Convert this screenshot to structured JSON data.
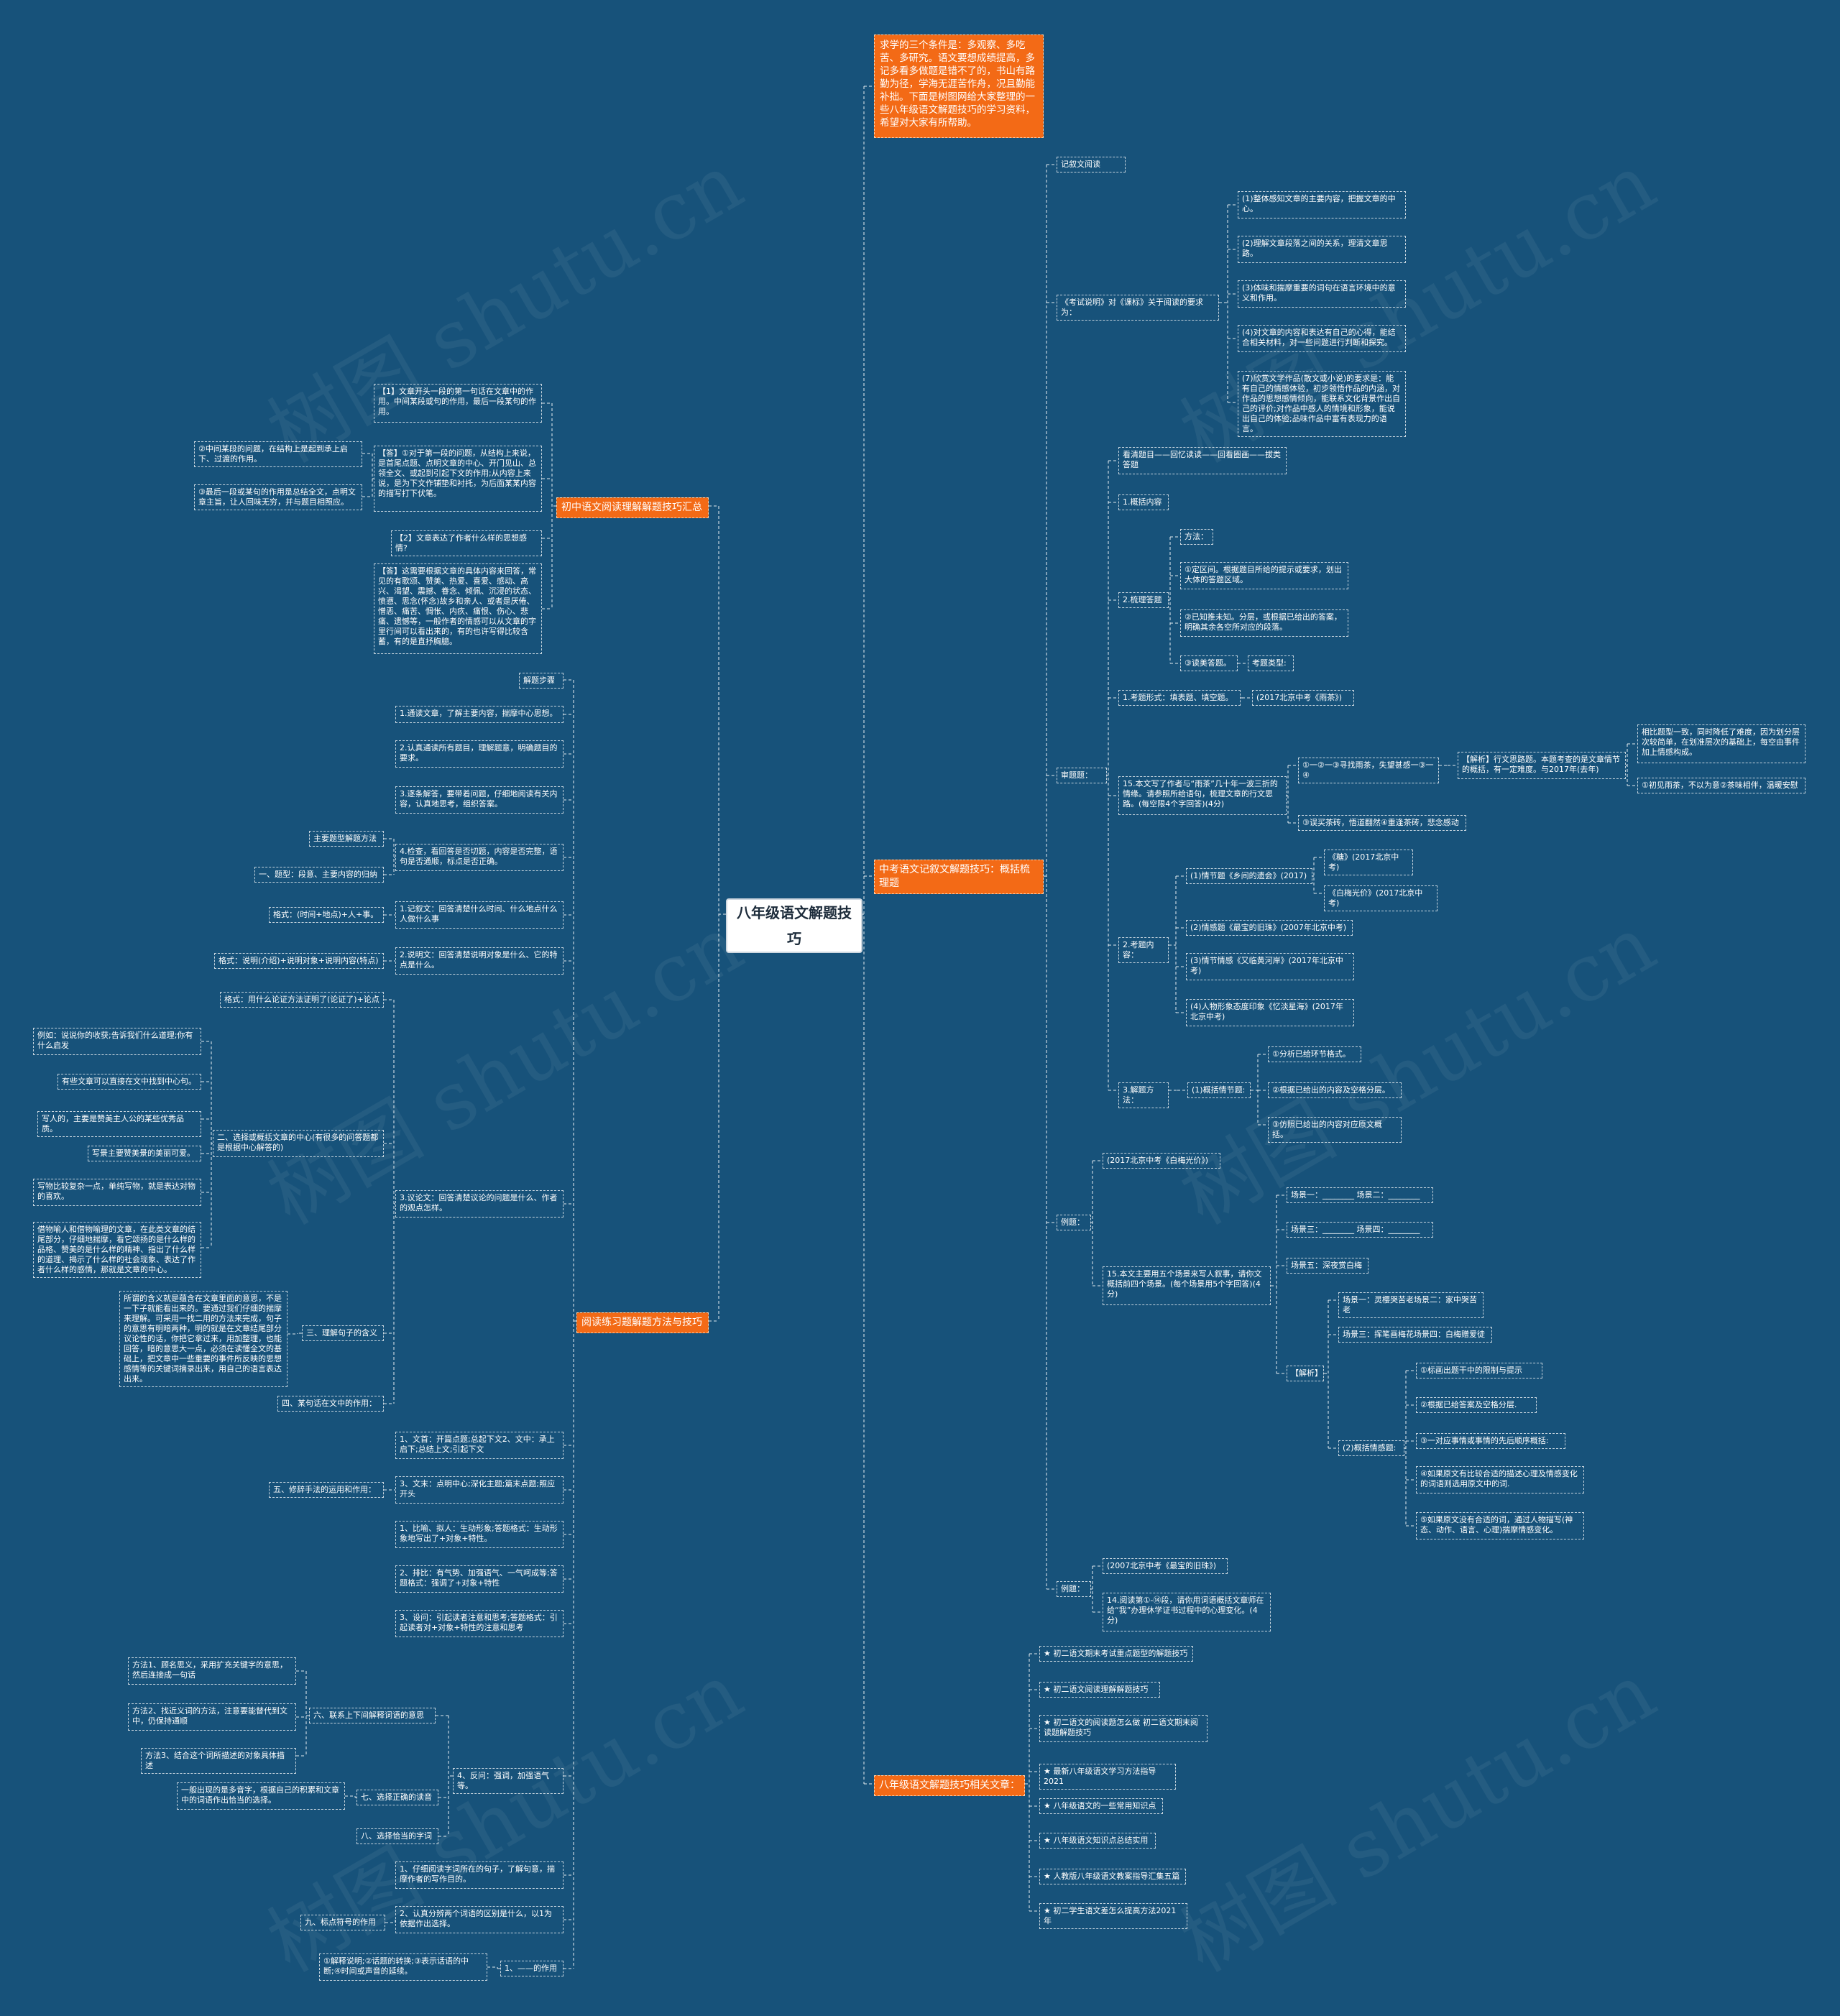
{
  "root": "八年级语文解题技巧",
  "intro": "求学的三个条件是：多观察、多吃苦、多研究。语文要想成绩提高，多记多看多做题是错不了的，书山有路勤为径，学海无涯苦作舟，况且勤能补拙。下面是树图网给大家整理的一些八年级语文解题技巧的学习资料，希望对大家有所帮助。",
  "branches": {
    "b1": "初中语文阅读理解解题技巧汇总",
    "b2": "阅读练习题解题方法与技巧",
    "b3": "中考语文记叙文解题技巧：概括梳理题",
    "b4": "八年级语文解题技巧相关文章："
  },
  "b1": {
    "q1": "【1】文章开头一段的第一句话在文章中的作用。中间某段或句的作用，最后一段某句的作用。",
    "a1": "【答】①对于第一段的问题，从结构上来说，是首尾点题、点明文章的中心、开门见山、总领全文、或起到引起下文的作用;从内容上来说，是为下文作铺垫和衬托，为后面某某内容的描写打下伏笔。",
    "a1a": "②中间某段的问题，在结构上是起到承上启下、过渡的作用。",
    "a1b": "③最后一段或某句的作用是总结全文，点明文章主旨，让人回味无穷，并与题目相照应。",
    "q2": "【2】文章表达了作者什么样的思想感情?",
    "a2": "【答】这需要根据文章的具体内容来回答，常见的有歌颂、赞美、热爱、喜爱、感动、高兴、渴望、震撼、眷念、倾佩、沉浸的状态、愤懑、思念(怀念)故乡和亲人、或者是厌倦、憎恶、痛苦、惆怅、内疚、痛恨、伤心、悲痛、遗憾等，一般作者的情感可以从文章的字里行间可以看出来的，有的也许写得比较含蓄，有的是直抒胸臆。"
  },
  "b2": {
    "steps": "解题步骤",
    "s1": "1.通读文章，了解主要内容，揣摩中心思想。",
    "s2": "2.认真通读所有题目，理解题意，明确题目的要求。",
    "s3": "3.逐条解答，要带着问题，仔细地阅读有关内容，认真地思考，组织答案。",
    "s4": "4.检查，看回答是否切题，内容是否完整，语句是否通顺，标点是否正确。",
    "methods": "主要题型解题方法",
    "m1": "一、题型：段意、主要内容的归纳",
    "f1": "1.记叙文：回答清楚什么时间、什么地点什么人做什么事",
    "f1fmt": "格式：(时间+地点)+人+事。",
    "f2": "2.说明文：回答清楚说明对象是什么、它的特点是什么。",
    "f2fmt": "格式：说明(介绍)+说明对象+说明内容(特点)",
    "f3": "3.议论文：回答清楚议论的问题是什么、作者的观点怎样。",
    "f3fmt": "格式：用什么论证方法证明了(论证了)+论点",
    "m2": "二、选择或概括文章的中心(有很多的问答题都是根据中心解答的)",
    "m2a": "例如：说说你的收获;告诉我们什么道理;你有什么启发",
    "m2b": "有些文章可以直接在文中找到中心句。",
    "m2c": "写人的，主要是赞美主人公的某些优秀品质。",
    "m2d": "写景主要赞美景的美丽可爱。",
    "m2e": "写物比较复杂一点，单纯写物，就是表达对物的喜欢。",
    "m2f": "借物喻人和借物喻理的文章，在此类文章的结尾部分，仔细地揣摩，看它颂扬的是什么样的品格、赞美的是什么样的精神、指出了什么样的道理、揭示了什么样的社会现象、表达了作者什么样的感情，那就是文章的中心。",
    "m3": "三、理解句子的含义",
    "m3a": "所谓的含义就是蕴含在文章里面的意思，不是一下子就能看出来的。要通过我们仔细的揣摩来理解。可采用一找二用的方法来完成，句子的意思有明暗两种，明的就是在文章结尾部分议论性的话，你把它拿过来，用加整理，也能回答，暗的意思大一点，必须在读懂全文的基础上，把文章中一些重要的事件所反映的思想感情等的关键词摘录出来，用自己的语言表达出来。",
    "m4": "四、某句话在文中的作用：",
    "m4a": "1、文首：开篇点题;总起下文2、文中：承上启下;总结上文;引起下文",
    "m5": "五、修辞手法的运用和作用：",
    "m5a": "3、文末：点明中心;深化主题;篇末点题;照应开头",
    "m5b": "1、比喻、拟人：生动形象;答题格式：生动形象地写出了+对象+特性。",
    "m5c": "2、排比：有气势、加强语气、一气呵成等;答题格式：强调了+对象+特性",
    "m5d": "3、设问：引起读者注意和思考;答题格式：引起读者对+对象+特性的注意和思考",
    "m5e": "4、反问：强调，加强语气等。",
    "m6": "六、联系上下间解释词语的意思",
    "m6a": "方法1、顾名思义，采用扩充关键字的意思，然后连接成一句话",
    "m6b": "方法2、找近义词的方法，注意要能替代到文中，仍保持通顺",
    "m6c": "方法3、结合这个词所描述的对象具体描述",
    "m7": "七、选择正确的读音",
    "m7a": "一般出现的是多音字，根据自己的积累和文章中的词语作出恰当的选择。",
    "m8": "八、选择恰当的字词",
    "m9": "九、标点符号的作用",
    "m9a": "1、仔细阅读字词所在的句子，了解句意，揣摩作者的写作目的。",
    "m9b": "2、认真分辨两个词语的区别是什么，以1为依据作出选择。",
    "m9c": "1、——的作用",
    "m9d": "①解释说明;②话题的转换;③表示话语的中断;④时间或声音的延续。"
  },
  "b3": {
    "t1": "记叙文阅读",
    "t2": "《考试说明》对《课标》关于阅读的要求为：",
    "r1": "(1)整体感知文章的主要内容，把握文章的中心。",
    "r2": "(2)理解文章段落之间的关系，理清文章思路。",
    "r3": "(3)体味和揣摩重要的词句在语言环境中的意义和作用。",
    "r4": "(4)对文章的内容和表达有自己的心得，能结合相关材料，对一些问题进行判断和探究。",
    "r5": "(7)欣赏文学作品(散文或小说)的要求是：能有自己的情感体验，初步领悟作品的内涵，对作品的思想感情倾向，能联系文化背景作出自己的评价;对作品中感人的情境和形象，能说出自己的体验;品味作品中富有表现力的语言。",
    "shentiti": "审题题：",
    "k1": "看清题目——回忆读读——回看圈画——拔类答题",
    "k2": "1.概括内容",
    "k3": "2.梳理答题",
    "k3a": "方法：",
    "k3b": "①定区间。根据题目所给的提示或要求，划出大体的答题区域。",
    "k3c": "②已知推未知。分层，或根据已给出的答案，明确其余各空所对应的段落。",
    "k3d": "③读美答题。",
    "k3e": "考题类型:",
    "k4": "1.考题形式：填表题、填空题。",
    "k4a": "(2017北京中考《雨茶》)",
    "k5": "15.本文写了作者与“雨茶”几十年一波三折的情缘。请参照所给语句，梳理文章的行文思路。(每空限4个字回答)(4分)",
    "k5a": "①一②一③寻找雨茶，失望甚感一③一④",
    "k5b": "【解析】行文思路题。本题考查的是文章情节的概括，有一定难度。与2017年(去年)",
    "k5c": "相比题型一致，同时降低了难度，因为划分层次较简单，在划准层次的基础上，每空由事件加上情感构成。",
    "k5d": "①初见雨茶，不以为意②茶味相伴，温暖安慰",
    "k5e": "③误买茶砖，悟道翻然④重逢茶砖，悲念感动",
    "k6": "2.考题内容：",
    "k6a": "(1)情节题《乡间的遗会》(2017)",
    "k6a1": "《糖》(2017北京中考)",
    "k6a2": "《白梅光价》(2017北京中考)",
    "k6b": "(2)情感题《最宝的旧珠》(2007年北京中考)",
    "k6c": "(3)情节情感《又临黄河岸》(2017年北京中考)",
    "k6d": "(4)人物形象态度印象《忆淡星海》(2017年北京中考)",
    "k7": "3.解题方法：",
    "k7a": "(1)概括情节题:",
    "k7b": "①分析已给环节格式。",
    "k7c": "②根据已给出的内容及空格分层。",
    "k7d": "③仿照已给出的内容对应原文概括。",
    "e1": "例题：",
    "e1a": "(2017北京中考《白梅光价》)",
    "e1b": "15.本文主要用五个场景来写人叙事，请你文概括前四个场景。(每个场景用5个字回答)(4分)",
    "e1c": "场景一：________ 场景二：________",
    "e1d": "场景三：________ 场景四：________",
    "e1e": "场景五：深夜赏白梅",
    "e1f": "【解析】",
    "e1g": "场景一：灵樱哭苦老场景二：家中哭苦老",
    "e1h": "场景三：挥笔画梅花场景四：白梅赠爱徒",
    "e1i": "(2)概括情感题:",
    "e1j": "①标画出题干中的限制与提示",
    "e1k": "②根据已给答案及空格分层.",
    "e1l": "③一对应事情或事情的先后顺序概括:",
    "e1m": "④如果原文有比较合适的描述心理及情感变化的词语则选用原文中的词.",
    "e1n": "⑤如果原文没有合适的词，通过人物描写(神态、动作、语言、心理)揣摩情感变化。",
    "e2": "例题：",
    "e2a": "(2007北京中考《最宝的旧珠》)",
    "e2b": "14.阅读第①-⑭段，请你用词语概括文章师在给“我”办理休学证书过程中的心理变化。(4分)"
  },
  "b4": {
    "items": [
      "★ 初二语文期末考试重点题型的解题技巧",
      "★ 初二语文阅读理解解题技巧",
      "★ 初二语文的阅读题怎么做 初二语文期末阅读题解题技巧",
      "★ 最新八年级语文学习方法指导2021",
      "★ 八年级语文的一些常用知识点",
      "★ 八年级语文知识点总结实用",
      "★ 人教版八年级语文教案指导汇集五篇",
      "★ 初二学生语文差怎么提高方法2021年"
    ]
  },
  "watermark": "树图 shutu.cn"
}
